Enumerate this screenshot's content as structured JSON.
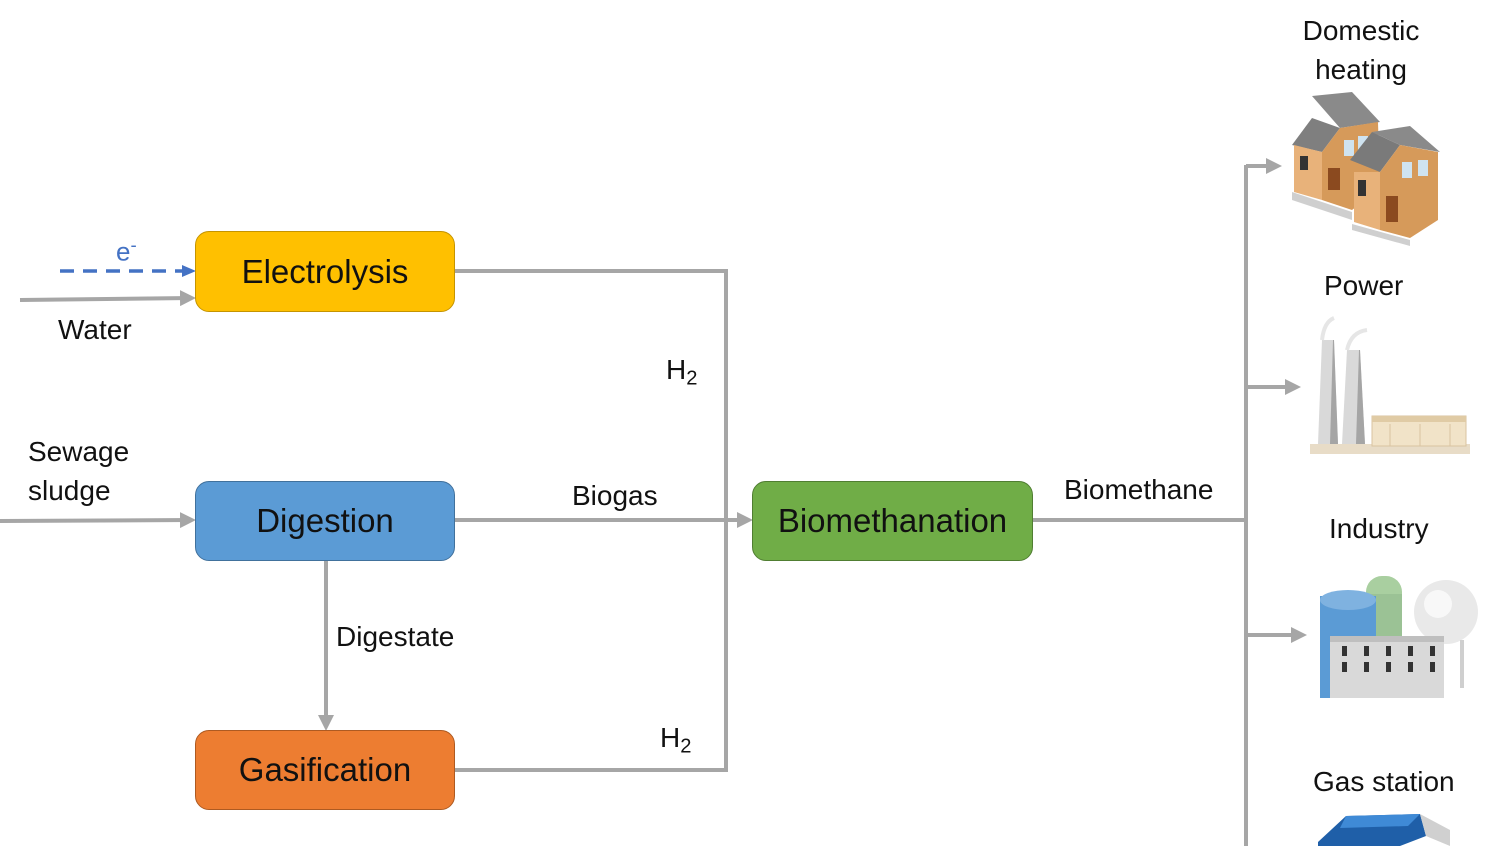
{
  "boxes": {
    "electrolysis": "Electrolysis",
    "digestion": "Digestion",
    "gasification": "Gasification",
    "biomethanation": "Biomethanation"
  },
  "labels": {
    "electron": "e",
    "electron_sup": "-",
    "water": "Water",
    "sewage_sludge_1": "Sewage",
    "sewage_sludge_2": "sludge",
    "h2_top": "H",
    "h2_top_sub": "2",
    "biogas": "Biogas",
    "digestate": "Digestate",
    "h2_bottom": "H",
    "h2_bottom_sub": "2",
    "biomethane": "Biomethane"
  },
  "outputs": [
    {
      "line1": "Domestic",
      "line2": "heating",
      "icon": "houses-icon"
    },
    {
      "line1": "Power",
      "icon": "power-plant-icon"
    },
    {
      "line1": "Industry",
      "icon": "factory-icon"
    },
    {
      "line1": "Gas station",
      "icon": "gas-station-icon"
    }
  ],
  "colors": {
    "electrolysis": "#FFC000",
    "digestion": "#5B9BD5",
    "gasification": "#ED7D31",
    "biomethanation": "#70AD47",
    "arrow": "#A6A6A6",
    "electron_arrow": "#4472C4"
  }
}
